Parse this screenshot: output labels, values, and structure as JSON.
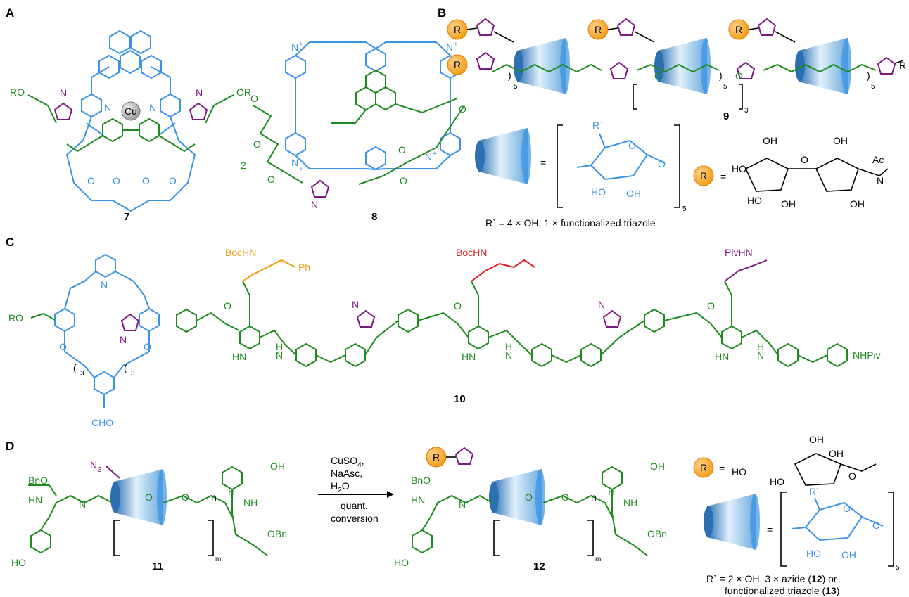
{
  "panels": {
    "A": {
      "label": "A",
      "compounds": [
        "7",
        "8"
      ],
      "atoms": {
        "cu": "Cu",
        "ro_left": "RO",
        "or_right": "OR",
        "n": "N",
        "o": "O",
        "plus": "+",
        "repeat_2": "2"
      }
    },
    "B": {
      "label": "B",
      "compound": "9",
      "r_group": "R",
      "repeat_5": "5",
      "repeat_3": "3",
      "n": "N",
      "o": "O",
      "equals": "=",
      "r_prime": "R`",
      "ho": "HO",
      "oh": "OH",
      "oh_label": "OH",
      "ho_label": "HO",
      "ac": "Ac",
      "caption": "R` = 4 × OH, 1 × functionalized triazole"
    },
    "C": {
      "label": "C",
      "compound": "10",
      "ro": "RO",
      "bochn_orange": "BocHN",
      "ph": "Ph",
      "bochn_red": "BocHN",
      "pivhn": "PivHN",
      "nhpiv": "NHPiv",
      "cho": "CHO",
      "repeat_3a": "3",
      "repeat_3b": "3",
      "nh": "N",
      "h": "H",
      "hn": "HN",
      "n": "N",
      "o": "O"
    },
    "D": {
      "label": "D",
      "compound_start": "11",
      "compound_product": "12",
      "n3": "N",
      "n3_sub": "3",
      "bno": "BnO",
      "obn": "OBn",
      "hn": "HN",
      "nh": "NH",
      "h": "H",
      "n": "N",
      "o": "O",
      "ho": "HO",
      "oh": "OH",
      "repeat_n": "n",
      "repeat_m": "m",
      "reagents": {
        "line1": "CuSO",
        "line1_sub": "4",
        "line1_tail": ",",
        "line2": "NaAsc,",
        "line3": "H",
        "line3_sub": "2",
        "line3_tail": "O",
        "line4": "quant.",
        "line5": "conversion"
      },
      "r_group": "R",
      "equals": "=",
      "r_prime": "R`",
      "caption_line1_a": "R` = 2 × OH, 3 × azide (",
      "caption_line1_b": "12",
      "caption_line1_c": ") or",
      "caption_line2_a": "functionalized triazole (",
      "caption_line2_b": "13",
      "caption_line2_c": ")"
    }
  },
  "colors": {
    "green": "#1f8a1f",
    "blue": "#3a93e6",
    "purple": "#7b1a7e",
    "orange": "#f39c12",
    "red": "#e02020",
    "cu_gray": "#b8b8b8"
  },
  "icons": [
    "cyclodextrin-cone-icon",
    "r-group-sphere-icon",
    "reaction-arrow-icon"
  ]
}
